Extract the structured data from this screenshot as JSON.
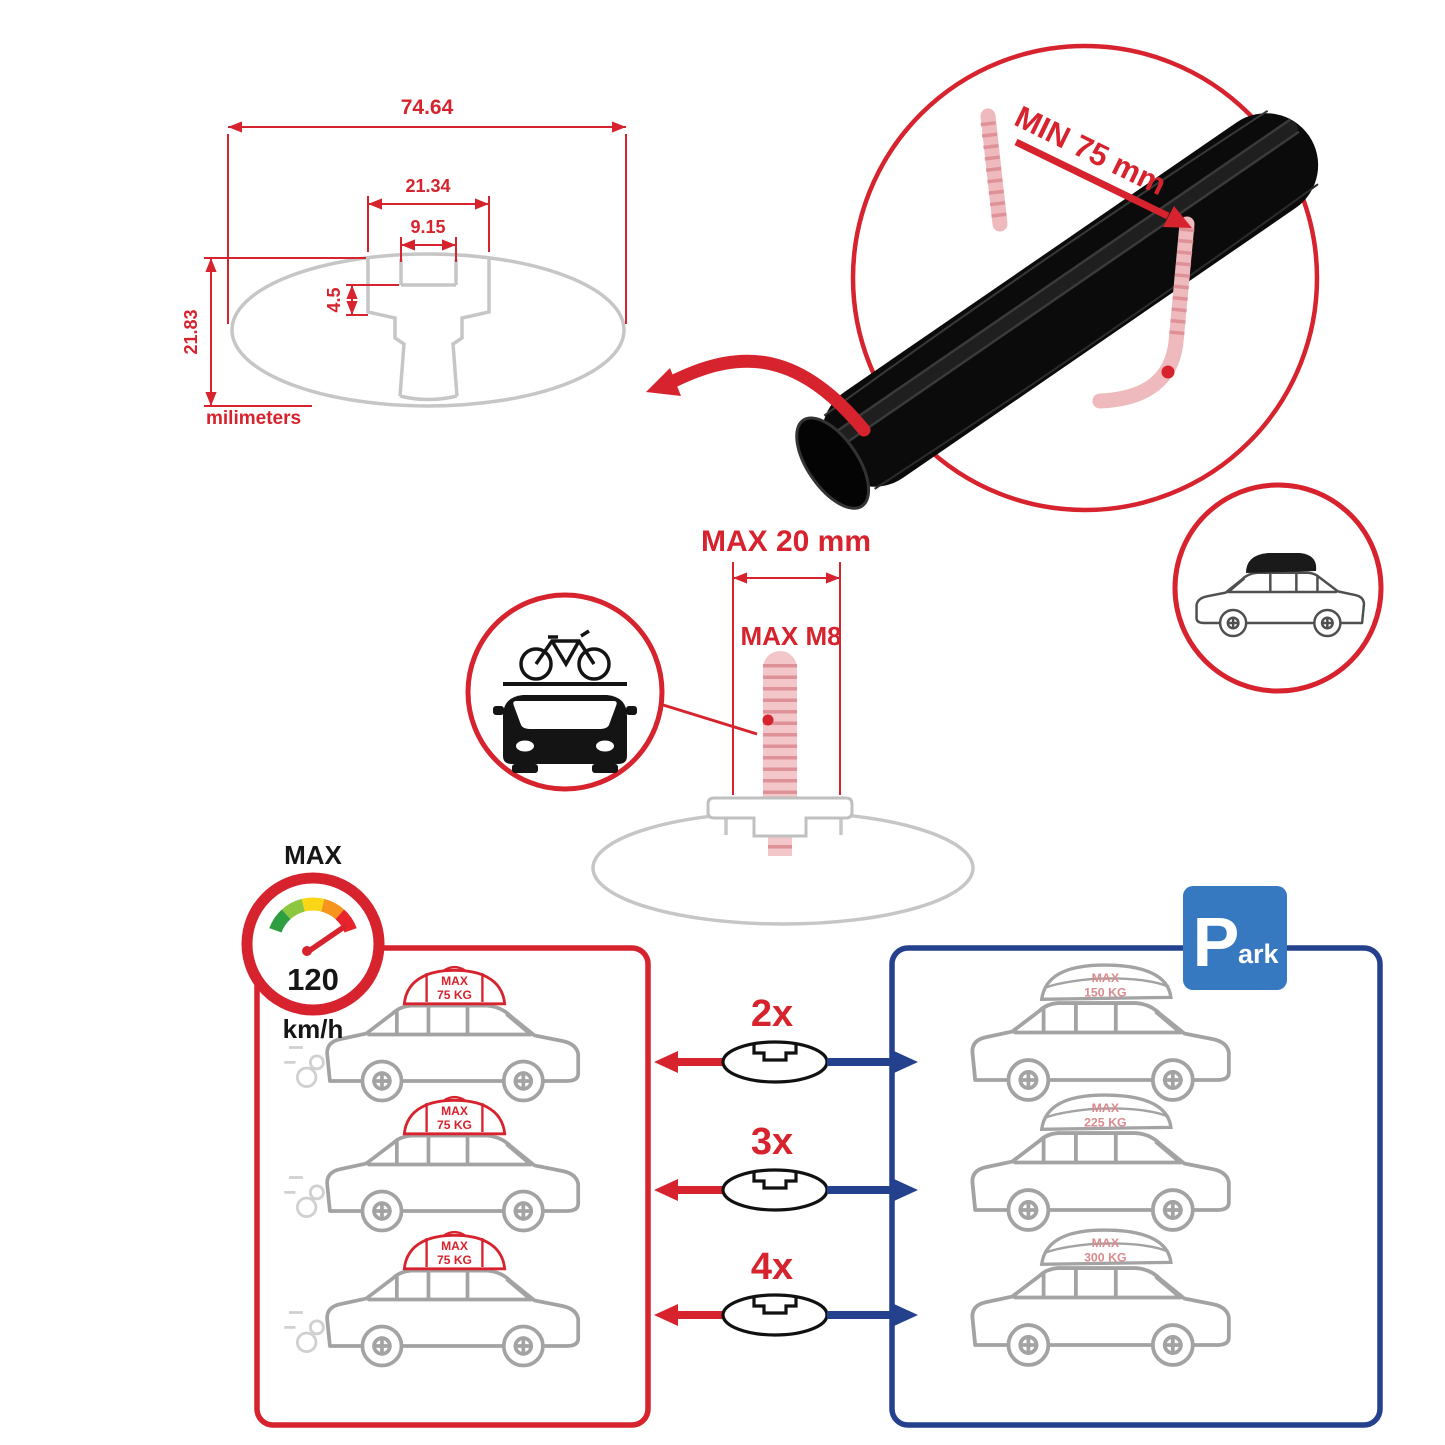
{
  "colors": {
    "accent_red": "#d6232e",
    "panel_blue": "#24418e",
    "park_blue": "#3679c0",
    "lineart_gray": "#a3a3a3"
  },
  "profile": {
    "total_width": "74.64",
    "channel_width": "21.34",
    "slot_width": "9.15",
    "lip_depth": "4.5",
    "total_height": "21.83",
    "unit_label": "milimeters"
  },
  "clamp": {
    "min_clearance": "MIN 75 mm"
  },
  "bolt": {
    "max_length": "MAX 20 mm",
    "max_thread": "MAX M8"
  },
  "speed": {
    "label": "MAX",
    "value": "120",
    "unit": "km/h"
  },
  "park": {
    "initial": "P",
    "rest": "ark"
  },
  "capacity": {
    "multipliers": [
      "2x",
      "3x",
      "4x"
    ],
    "moving_cars": [
      {
        "label": "MAX",
        "load": "75 KG"
      },
      {
        "label": "MAX",
        "load": "75 KG"
      },
      {
        "label": "MAX",
        "load": "75 KG"
      }
    ],
    "parked_cars": [
      {
        "label": "MAX",
        "load": "150 KG"
      },
      {
        "label": "MAX",
        "load": "225 KG"
      },
      {
        "label": "MAX",
        "load": "300 KG"
      }
    ]
  }
}
